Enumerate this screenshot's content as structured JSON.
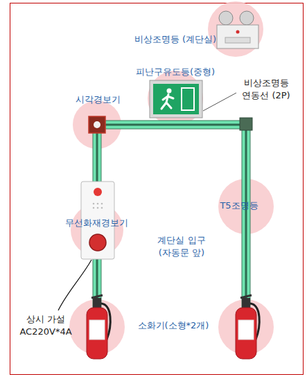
{
  "diagram": {
    "labels": [
      "비상조명등 (계단실)",
      "피난구유도등(중형)",
      "비상조명등 연동선 (2P)",
      "시각경보기",
      "무선화재경보기",
      "T5조명등",
      "계단실 입구 (자동문 앞)",
      "상시 가설 AC220V*4A",
      "소화기(소형*2개)"
    ]
  }
}
